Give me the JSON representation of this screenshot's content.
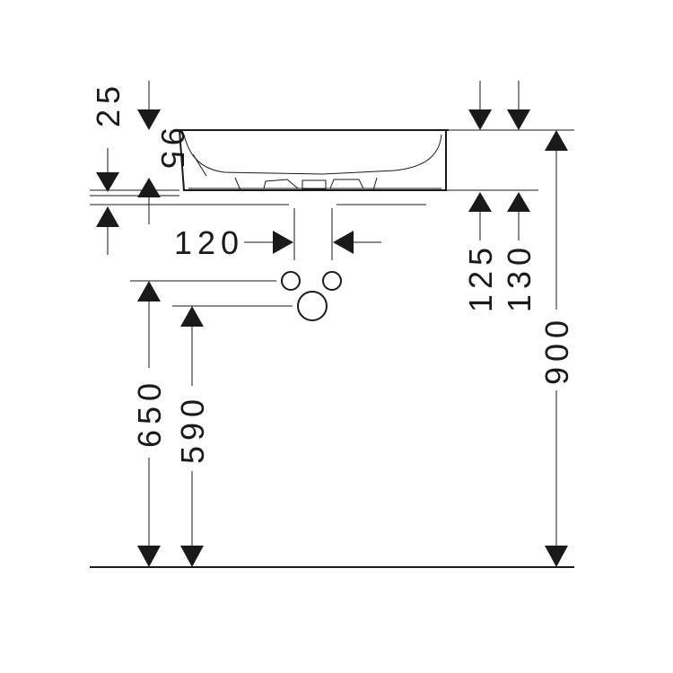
{
  "dimensions": {
    "top_rim": "25",
    "basin_depth": "95",
    "valve_spacing": "120",
    "right_height_a": "125",
    "right_height_b": "130",
    "total_height": "900",
    "upper_outlet_height": "650",
    "lower_outlet_height": "590"
  },
  "colors": {
    "line": "#1a1a1a",
    "background": "#ffffff"
  }
}
